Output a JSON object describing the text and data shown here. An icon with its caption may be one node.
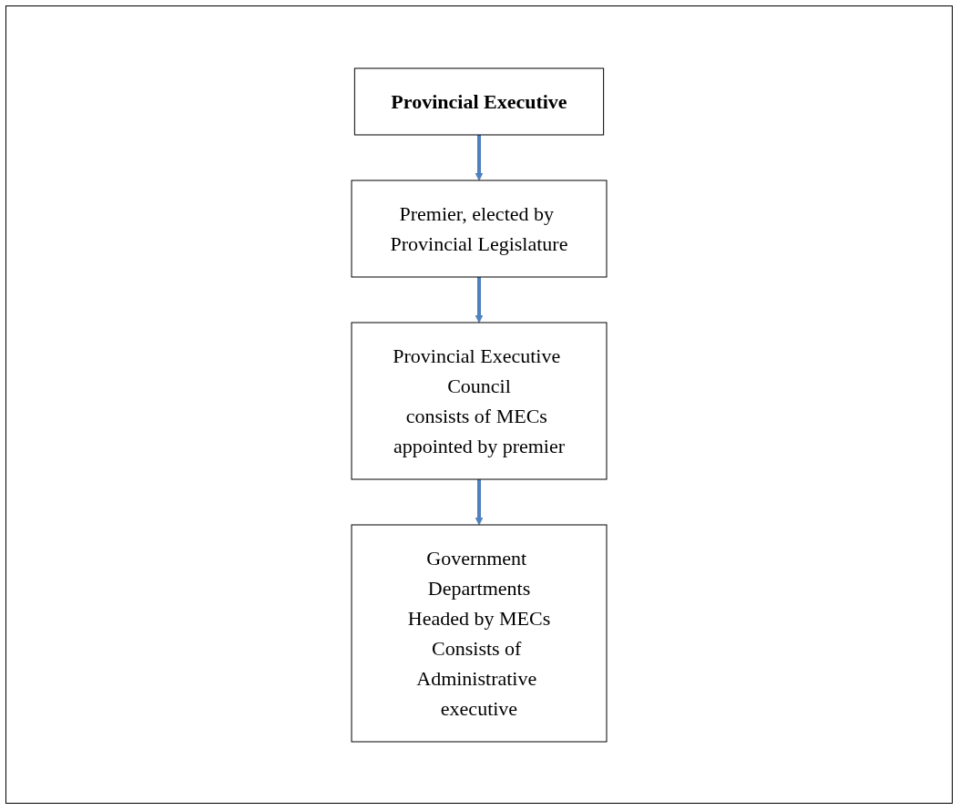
{
  "diagram": {
    "nodes": [
      {
        "text": [
          "Provincial Executive"
        ]
      },
      {
        "text": [
          "Premier, elected by Provincial Legislature"
        ]
      },
      {
        "text": [
          "Provincial Executive Council",
          "consists of MECs appointed by premier"
        ]
      },
      {
        "text": [
          "Government Departments",
          "Headed by MECs",
          "Consists of Administrative executive"
        ]
      }
    ],
    "edges": [
      {
        "from": 0,
        "to": 1,
        "arrow": "to"
      },
      {
        "from": 1,
        "to": 2,
        "arrow": "to"
      },
      {
        "from": 2,
        "to": 3,
        "arrow": "to"
      }
    ]
  }
}
